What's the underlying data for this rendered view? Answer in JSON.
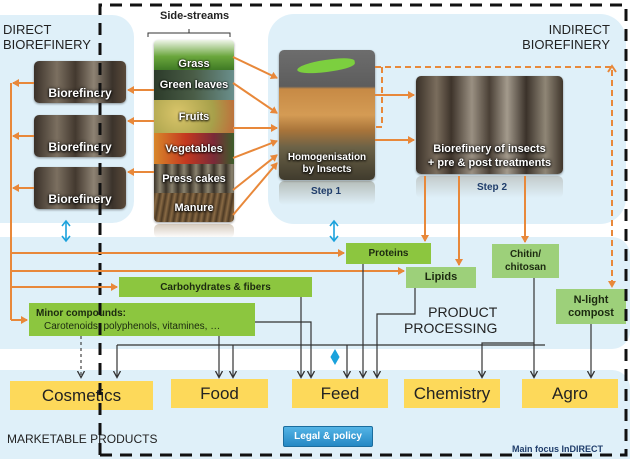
{
  "zones": {
    "direct_biorefinery": "DIRECT\nBIOREFINERY",
    "indirect_biorefinery": "INDIRECT\nBIOREFINERY",
    "product_processing": "PRODUCT\nPROCESSING",
    "marketable_products": "MARKETABLE PRODUCTS"
  },
  "direct": {
    "units": [
      {
        "label": "Biorefinery"
      },
      {
        "label": "Biorefinery"
      },
      {
        "label": "Biorefinery"
      }
    ]
  },
  "side_streams": {
    "title": "Side-streams",
    "items": [
      {
        "label": "Grass",
        "color": "#5f9a35"
      },
      {
        "label": "Green leaves",
        "color": "#3e5a3a"
      },
      {
        "label": "Fruits",
        "color": "#b9a54a"
      },
      {
        "label": "Vegetables",
        "color": "#b84a1f"
      },
      {
        "label": "Press cakes",
        "color": "#6d6657"
      },
      {
        "label": "Manure",
        "color": "#6f5436"
      }
    ]
  },
  "indirect": {
    "step1": {
      "caption": "Homogenisation\nby Insects",
      "step": "Step 1"
    },
    "step2": {
      "caption": "Biorefinery of insects\n+ pre & post treatments",
      "step": "Step 2"
    }
  },
  "products": {
    "proteins": "Proteins",
    "lipids": "Lipids",
    "chitin": "Chitin/\nchitosan",
    "carbohydrates": "Carbohydrates & fibers",
    "minor_title": "Minor compounds:",
    "minor_items": "Carotenoids, polyphenols, vitamines, …",
    "compost": "N-light\ncompost"
  },
  "markets": {
    "cosmetics": "Cosmetics",
    "food": "Food",
    "feed": "Feed",
    "chemistry": "Chemistry",
    "agro": "Agro"
  },
  "legal_button": "Legal & policy",
  "main_focus": "Main focus InDIRECT",
  "colors": {
    "zone_bg": "#dff0f9",
    "arrow_orange": "#e8883a",
    "product_green": "#8cc63f",
    "market_yellow": "#fdd95a",
    "link_dark": "#333333",
    "exchange_blue": "#1ba2dc"
  }
}
